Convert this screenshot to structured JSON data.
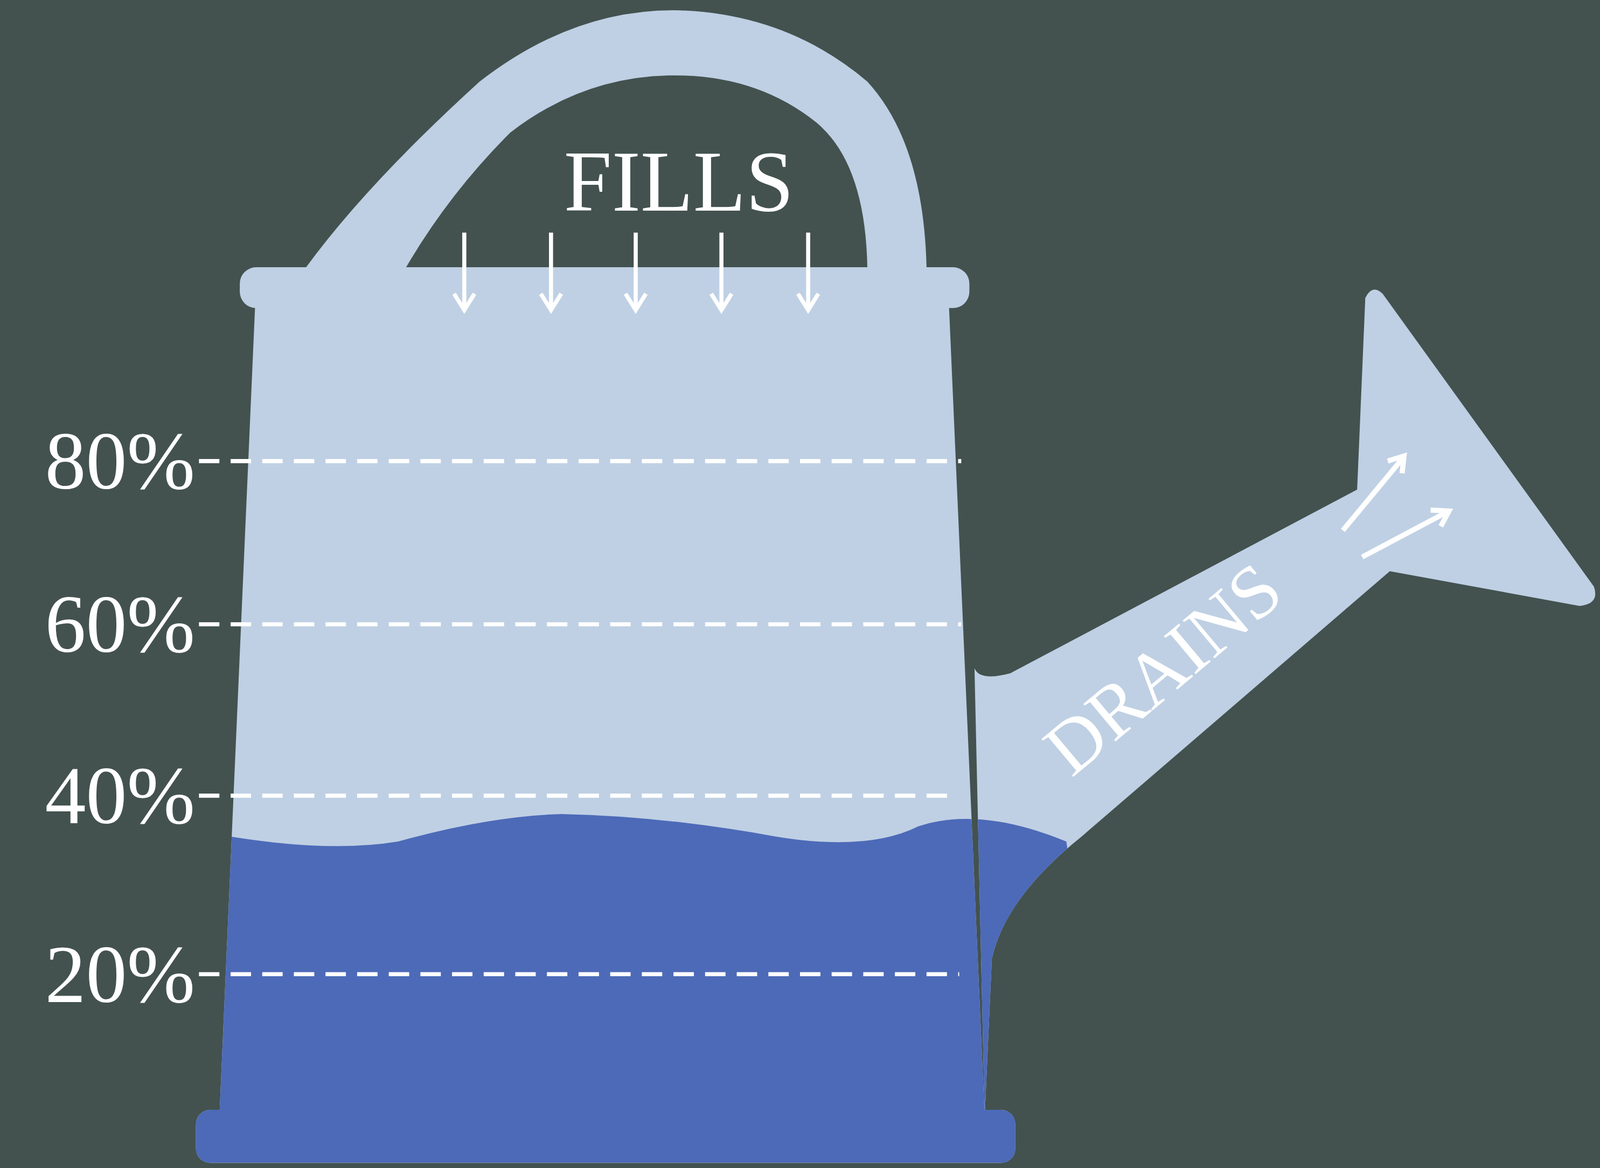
{
  "diagram": {
    "labels": [
      "FILLS",
      "DRAINS",
      "80%",
      "60%",
      "40%",
      "20%"
    ]
  }
}
